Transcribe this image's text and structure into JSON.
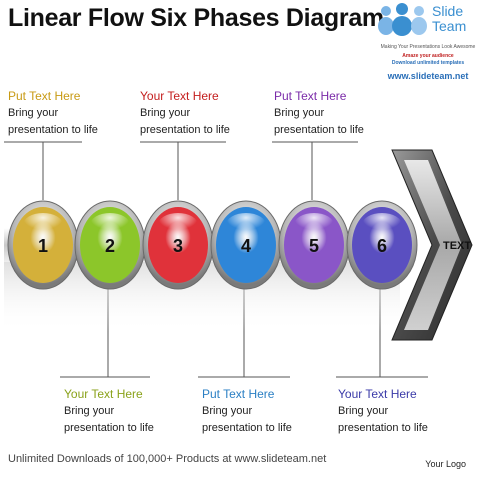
{
  "title": "Linear Flow Six Phases Diagram",
  "logo": {
    "brand_line1": "Slide",
    "brand_line2": "Team",
    "tagline": "Making Your Presentations Look Awesome",
    "promo1": "Amaze your audience",
    "promo2": "Download unlimited templates",
    "url": "www.slideteam.net"
  },
  "phases": [
    {
      "number": "1",
      "color": "#d4b03a"
    },
    {
      "number": "2",
      "color": "#8cc62a"
    },
    {
      "number": "3",
      "color": "#e0323a"
    },
    {
      "number": "4",
      "color": "#2e86d8"
    },
    {
      "number": "5",
      "color": "#8a56c8"
    },
    {
      "number": "6",
      "color": "#5a4fc0"
    }
  ],
  "arrow_label": "TEXT",
  "labels": [
    {
      "heading": "Put Text Here",
      "color": "#c89a14",
      "line1": "Bring your",
      "line2": "presentation to life"
    },
    {
      "heading": "Your Text Here",
      "color": "#c41e1e",
      "line1": "Bring your",
      "line2": "presentation to life"
    },
    {
      "heading": "Put Text Here",
      "color": "#7a2aa8",
      "line1": "Bring your",
      "line2": "presentation to life"
    },
    {
      "heading": "Your Text Here",
      "color": "#8aa21a",
      "line1": "Bring your",
      "line2": "presentation to life"
    },
    {
      "heading": "Put Text Here",
      "color": "#2a7fc4",
      "line1": "Bring your",
      "line2": "presentation to life"
    },
    {
      "heading": "Your Text Here",
      "color": "#3a3aa8",
      "line1": "Bring your",
      "line2": "presentation to life"
    }
  ],
  "footer": "Unlimited Downloads of 100,000+ Products at www.slideteam.net",
  "your_logo": "Your Logo"
}
